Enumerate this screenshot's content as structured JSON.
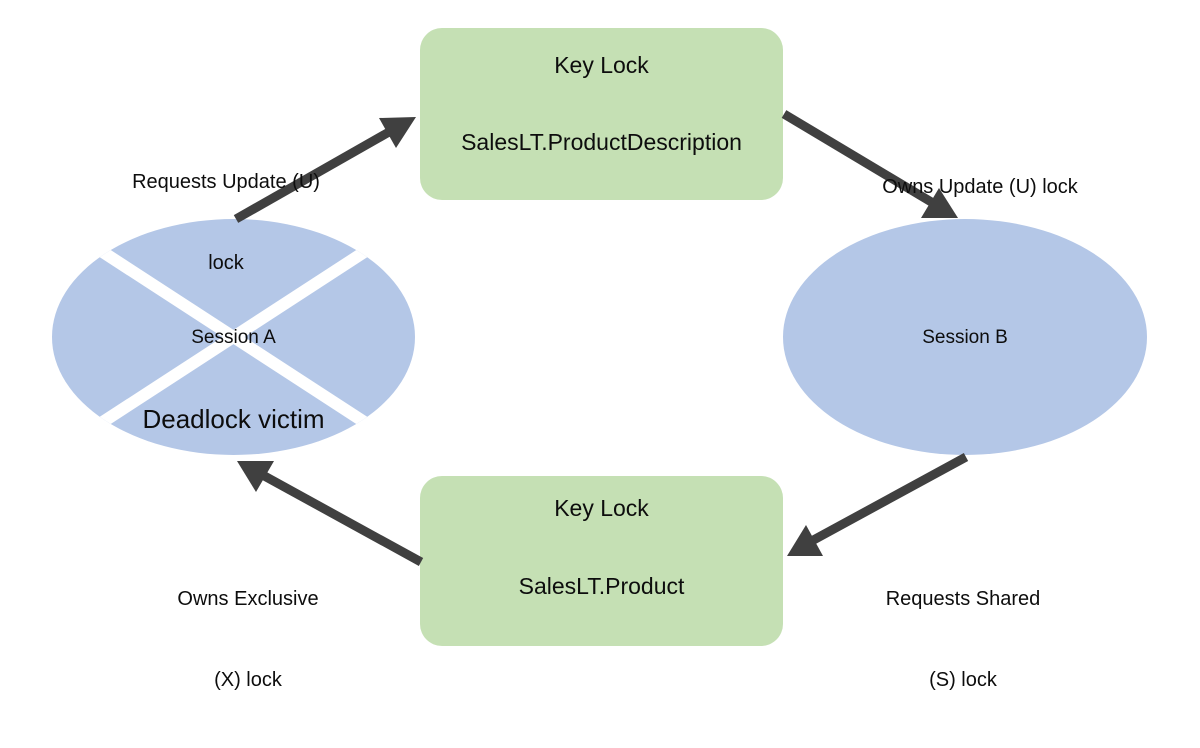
{
  "diagram": {
    "type": "deadlock-cycle-diagram",
    "background": "#ffffff",
    "colors": {
      "node_green": "#c5e0b4",
      "node_blue": "#b4c7e7",
      "arrow": "#404040",
      "text": "#0d0d0d",
      "cross": "#ffffff"
    },
    "nodes": {
      "top_lock": {
        "shape": "rounded-rectangle",
        "fill": "#c5e0b4",
        "title": "Key Lock",
        "subtitle": "SalesLT.ProductDescription"
      },
      "bottom_lock": {
        "shape": "rounded-rectangle",
        "fill": "#c5e0b4",
        "title": "Key Lock",
        "subtitle": "SalesLT.Product"
      },
      "session_a": {
        "shape": "ellipse",
        "fill": "#b4c7e7",
        "title": "Session A",
        "annotation": "Deadlock victim",
        "crossed_out": true
      },
      "session_b": {
        "shape": "ellipse",
        "fill": "#b4c7e7",
        "title": "Session B",
        "annotation": "",
        "crossed_out": false
      }
    },
    "edges": [
      {
        "id": "a-requests-u",
        "from": "session_a",
        "to": "top_lock",
        "label_line1": "Requests Update (U)",
        "label_line2": "lock"
      },
      {
        "id": "b-owns-u",
        "from": "top_lock",
        "to": "session_b",
        "label_line1": "Owns Update (U) lock",
        "label_line2": ""
      },
      {
        "id": "b-requests-s",
        "from": "session_b",
        "to": "bottom_lock",
        "label_line1": "Requests Shared",
        "label_line2": "(S) lock"
      },
      {
        "id": "a-owns-x",
        "from": "bottom_lock",
        "to": "session_a",
        "label_line1": "Owns Exclusive",
        "label_line2": "(X) lock"
      }
    ]
  }
}
